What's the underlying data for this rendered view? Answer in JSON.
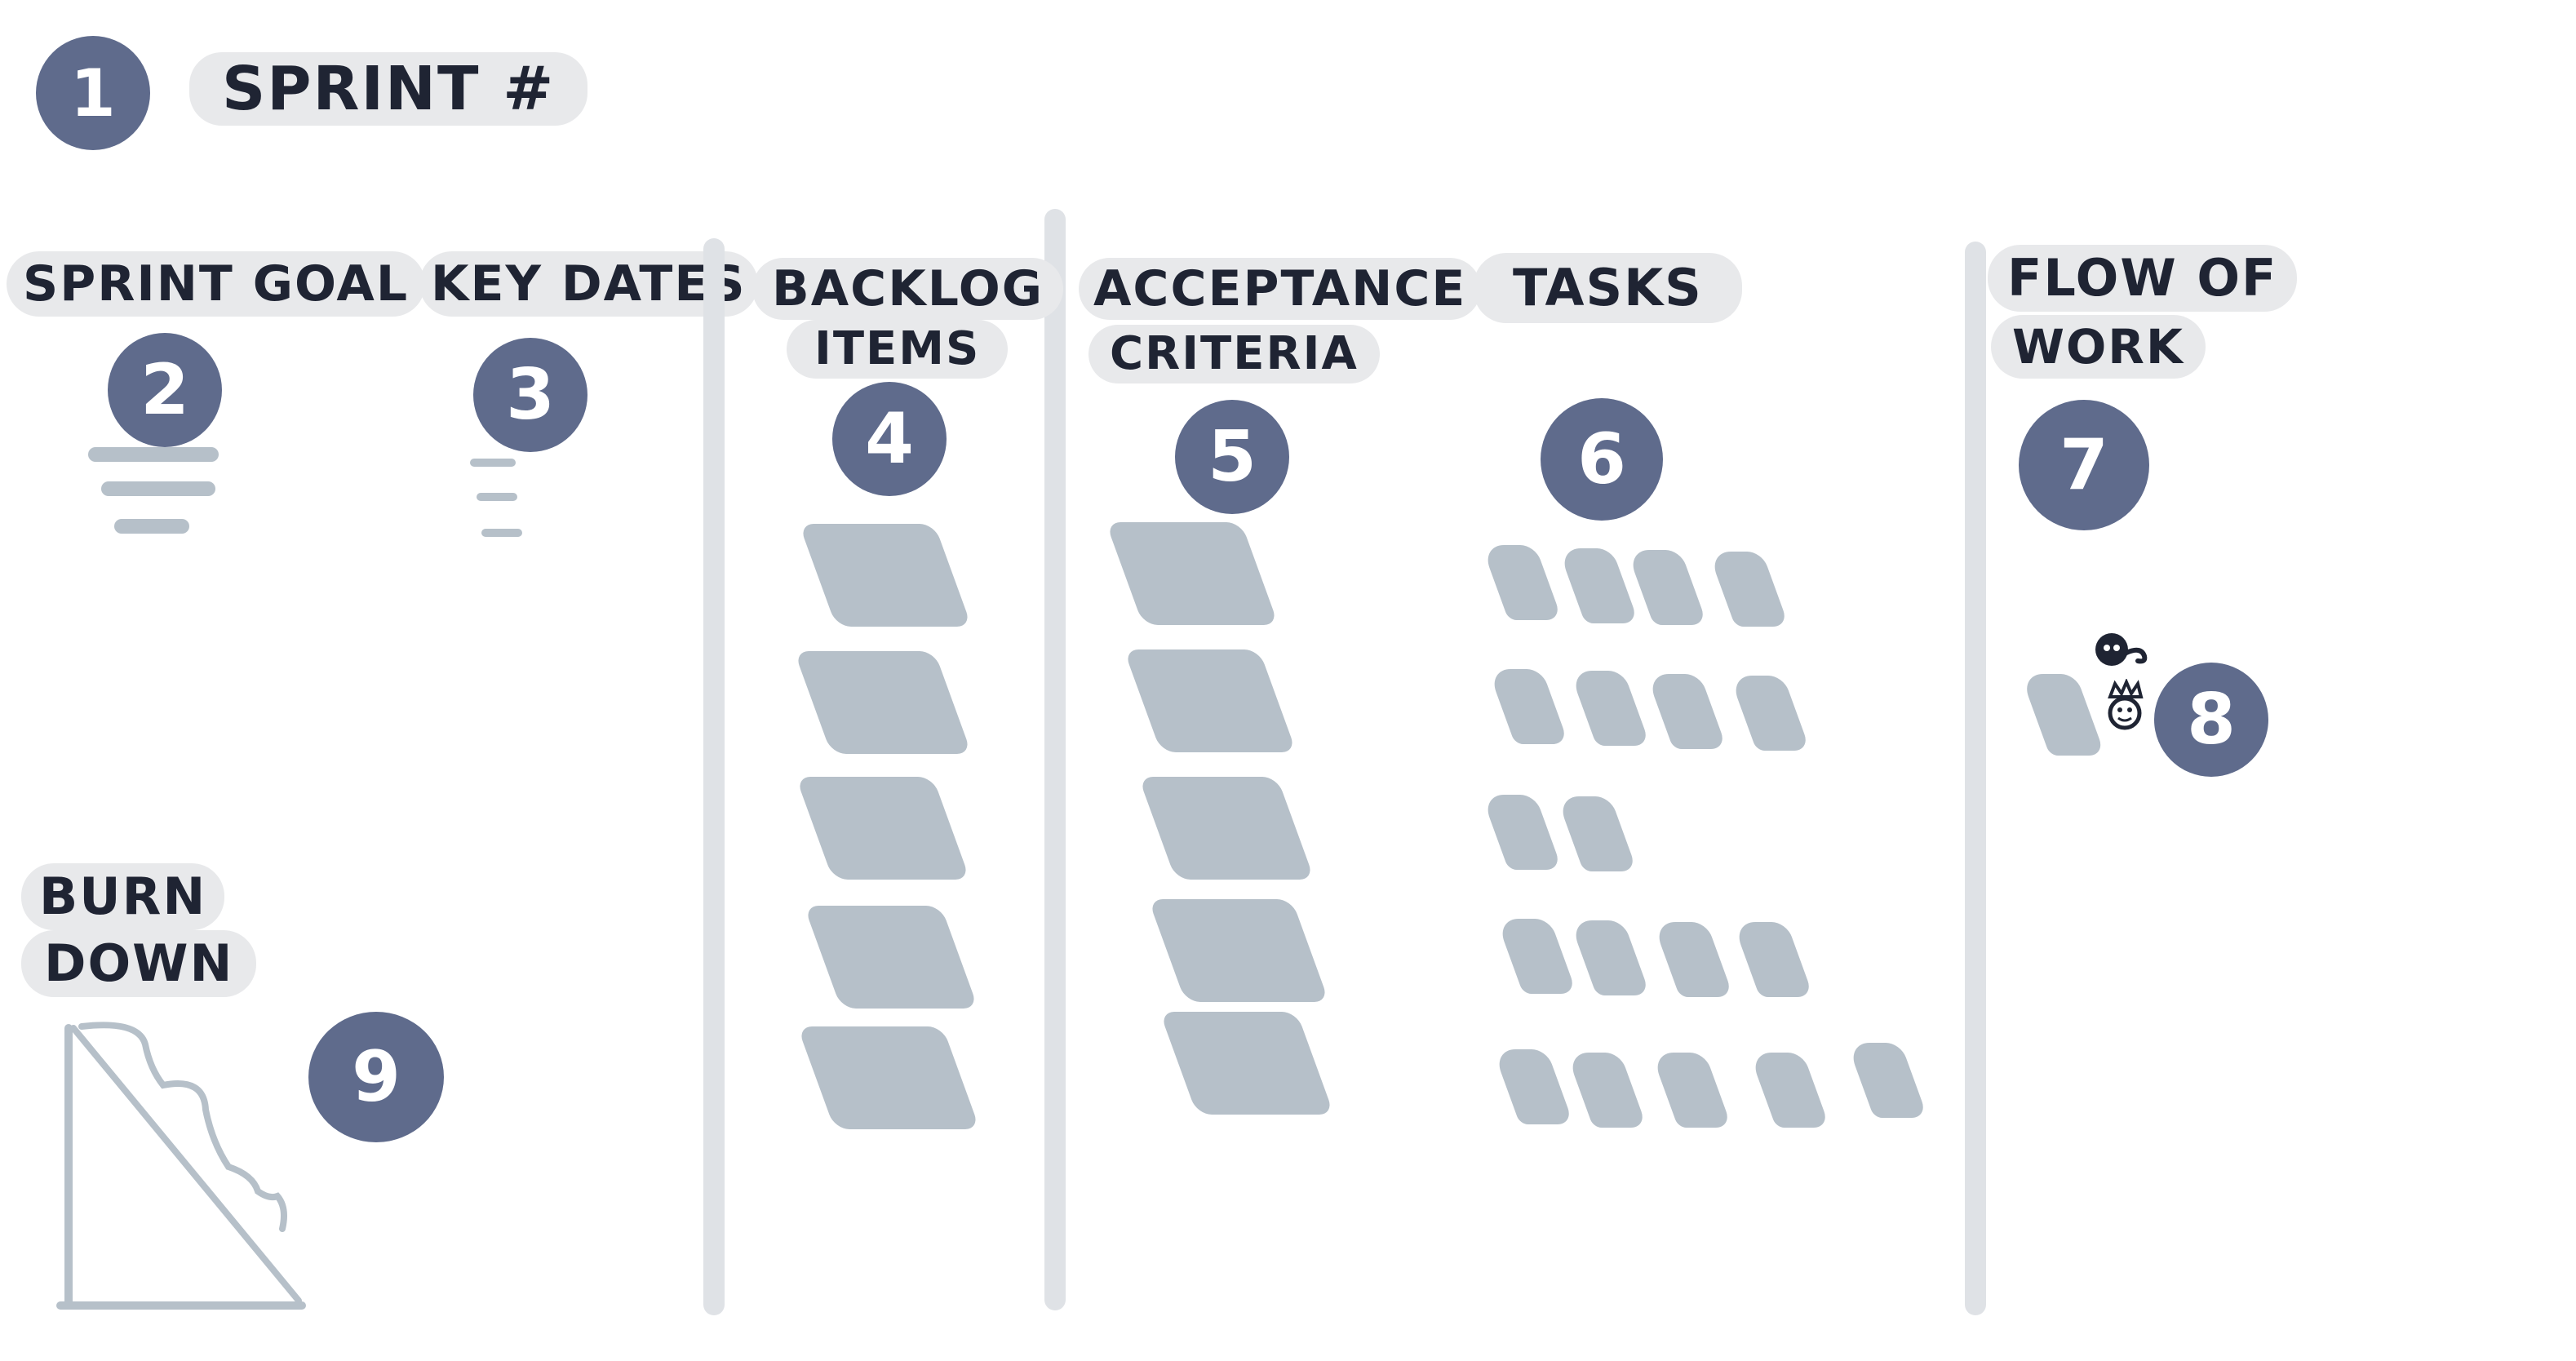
{
  "sprint": {
    "badge": "1",
    "title": "SPRINT #"
  },
  "sections": {
    "goal": {
      "label": "SPRINT GOAL",
      "badge": "2"
    },
    "dates": {
      "label": "KEY DATES",
      "badge": "3"
    },
    "backlog": {
      "label_line1": "BACKLOG",
      "label_line2": "ITEMS",
      "badge": "4"
    },
    "acceptance": {
      "label_line1": "ACCEPTANCE",
      "label_line2": "CRITERIA",
      "badge": "5"
    },
    "tasks": {
      "label": "TASKS",
      "badge": "6"
    },
    "flow": {
      "label_line1": "FLOW OF",
      "label_line2": "WORK",
      "badge": "7",
      "badge_people": "8"
    },
    "burndown": {
      "label_line1": "BURN",
      "label_line2": "DOWN",
      "badge": "9"
    }
  },
  "counts": {
    "backlog_notes": 5,
    "acceptance_notes": 5,
    "task_rows": [
      4,
      4,
      2,
      4,
      5
    ]
  },
  "colors": {
    "badge": "#5f6b8c",
    "label_pill": "#e8e9eb",
    "note": "#b6c0c9",
    "divider": "#dfe2e6",
    "text": "#1f2433"
  },
  "icons": [
    "person-icon",
    "crowned-person-icon",
    "burndown-chart-icon"
  ]
}
